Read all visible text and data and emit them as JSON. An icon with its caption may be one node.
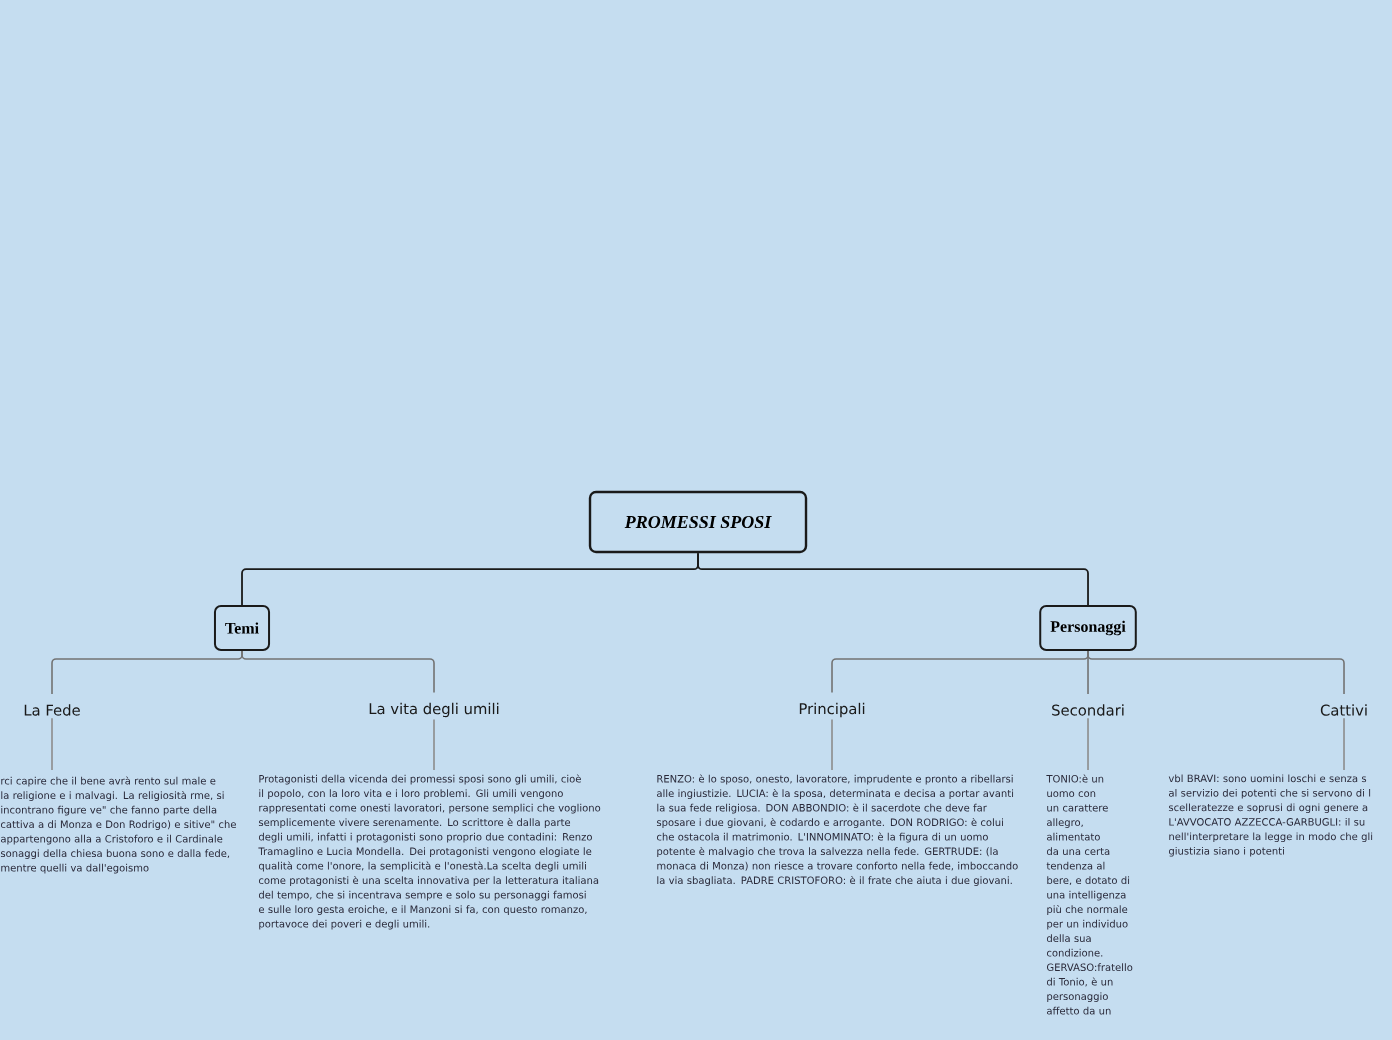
{
  "diagram": {
    "nodes": [
      {
        "text": [
          "PROMESSI SPOSI"
        ]
      },
      {
        "text": [
          "Temi"
        ]
      },
      {
        "text": [
          "Personaggi"
        ]
      },
      {
        "text": [
          "La Fede"
        ]
      },
      {
        "text": [
          "La vita degli umili"
        ]
      },
      {
        "text": [
          "Principali"
        ]
      },
      {
        "text": [
          "Secondari"
        ]
      },
      {
        "text": [
          "Cattivi"
        ]
      },
      {
        "text": [
          "rci capire che il bene avrà rento sul male e la religione e i malvagi. La religiosità rme, si incontrano figure ve\" che fanno parte della cattiva a di Monza e Don Rodrigo) e sitive\" che appartengono alla a Cristoforo e il Cardinale sonaggi della chiesa buona sono e dalla fede, mentre quelli va dall'egoismo"
        ]
      },
      {
        "text": [
          "Protagonisti della vicenda dei promessi sposi sono gli umili, cioè il popolo, con la loro vita e i loro problemi. Gli umili vengono rappresentati come onesti lavoratori, persone semplici che vogliono semplicemente vivere serenamente. Lo scrittore è dalla parte degli umili, infatti i protagonisti sono proprio due contadini: Renzo Tramaglino e Lucia Mondella. Dei protagonisti vengono elogiate le qualità come l'onore, la semplicità e l'onestà.La scelta degli umili come protagonisti è una scelta innovativa per la letteratura italiana del tempo, che si incentrava sempre e solo su personaggi famosi e sulle loro gesta eroiche, e il Manzoni si fa, con questo romanzo, portavoce dei poveri e degli umili."
        ]
      },
      {
        "text": [
          "RENZO: è lo sposo, onesto, lavoratore, imprudente e pronto a ribellarsi alle ingiustizie. LUCIA: è la sposa, determinata e decisa a portar avanti la sua fede religiosa. DON ABBONDIO: è il sacerdote che deve far sposare i due giovani, è codardo e arrogante. DON RODRIGO: è colui che ostacola il matrimonio. L'INNOMINATO: è la figura di un uomo potente è malvagio che trova la salvezza nella fede. GERTRUDE: (la monaca di Monza) non riesce a trovare conforto nella fede, imboccando la via sbagliata. PADRE CRISTOFORO: è il frate che aiuta i due giovani."
        ]
      },
      {
        "text": [
          "TONIO:è un uomo con un carattere allegro, alimentato da una certa tendenza al bere, e dotato di una intelligenza più che normale per un individuo della sua condizione. GERVASO:fratello di Tonio, è un personaggio affetto da un"
        ]
      },
      {
        "text": [
          "vbl BRAVI: sono uomini loschi e senza s al servizio dei potenti che si servono di l scelleratezze e soprusi di ogni genere a L'AVVOCATO AZZECCA-GARBUGLI: il su nell'interpretare la legge in modo che gli giustizia siano i potenti"
        ]
      }
    ],
    "edges": [
      {
        "from": 0,
        "to": 1,
        "arrow": "none"
      },
      {
        "from": 0,
        "to": 2,
        "arrow": "none"
      },
      {
        "from": 1,
        "to": 3,
        "arrow": "none"
      },
      {
        "from": 1,
        "to": 4,
        "arrow": "none"
      },
      {
        "from": 2,
        "to": 5,
        "arrow": "none"
      },
      {
        "from": 2,
        "to": 6,
        "arrow": "none"
      },
      {
        "from": 2,
        "to": 7,
        "arrow": "none"
      },
      {
        "from": 3,
        "to": 8,
        "arrow": "none"
      },
      {
        "from": 4,
        "to": 9,
        "arrow": "none"
      },
      {
        "from": 5,
        "to": 10,
        "arrow": "none"
      },
      {
        "from": 6,
        "to": 11,
        "arrow": "none"
      },
      {
        "from": 7,
        "to": 12,
        "arrow": "none"
      }
    ]
  }
}
